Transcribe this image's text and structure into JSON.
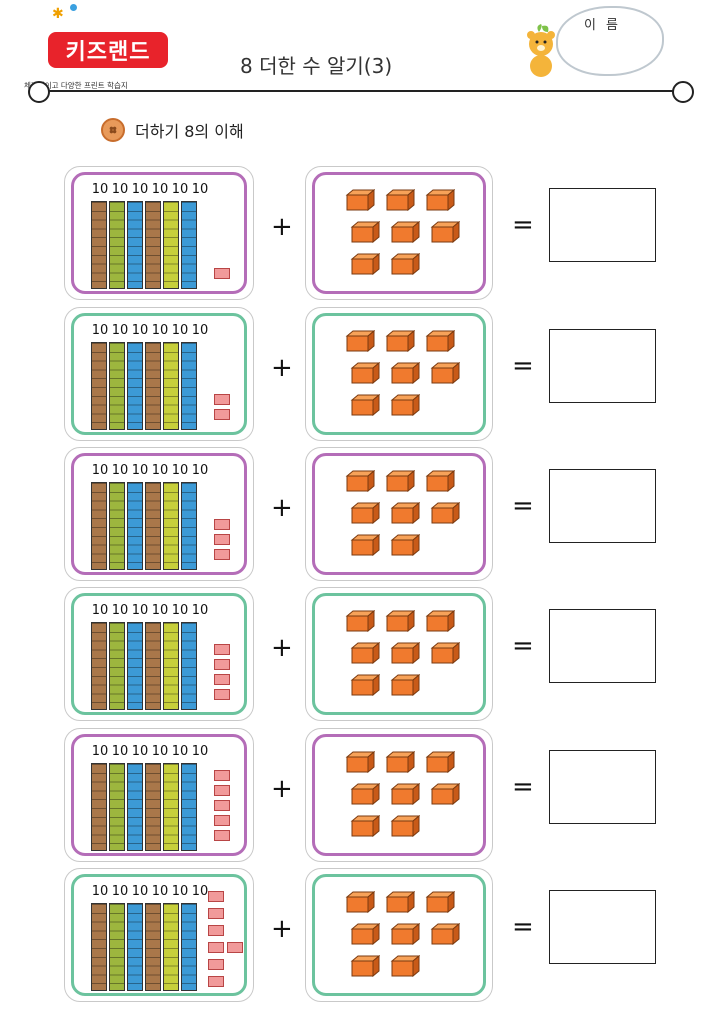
{
  "brand": {
    "logo_text": "키즈랜드",
    "tagline": "체계적이고 다양한 프린트 학습지",
    "accent": "#e8232b"
  },
  "header": {
    "title": "8 더한 수 알기(3)",
    "name_label": "이름"
  },
  "section": {
    "title": "더하기 8의 이해"
  },
  "problems": [
    {
      "tens": 6,
      "ones": 1,
      "add": 8,
      "border": "purple",
      "plus": "+",
      "equals": "="
    },
    {
      "tens": 6,
      "ones": 2,
      "add": 8,
      "border": "green",
      "plus": "+",
      "equals": "="
    },
    {
      "tens": 6,
      "ones": 3,
      "add": 8,
      "border": "purple",
      "plus": "+",
      "equals": "="
    },
    {
      "tens": 6,
      "ones": 4,
      "add": 8,
      "border": "green",
      "plus": "+",
      "equals": "="
    },
    {
      "tens": 6,
      "ones": 5,
      "add": 8,
      "border": "purple",
      "plus": "+",
      "equals": "="
    },
    {
      "tens": 6,
      "ones": 7,
      "add": 8,
      "border": "green",
      "plus": "+",
      "equals": "="
    }
  ],
  "ten_label": "10",
  "rod_colors": [
    "#a9774a",
    "#9db63e",
    "#3c9ad6",
    "#a9774a",
    "#c7cf3b",
    "#3c9ad6"
  ],
  "cube_color": "#f07a2e",
  "one_color": "#f19a9a"
}
